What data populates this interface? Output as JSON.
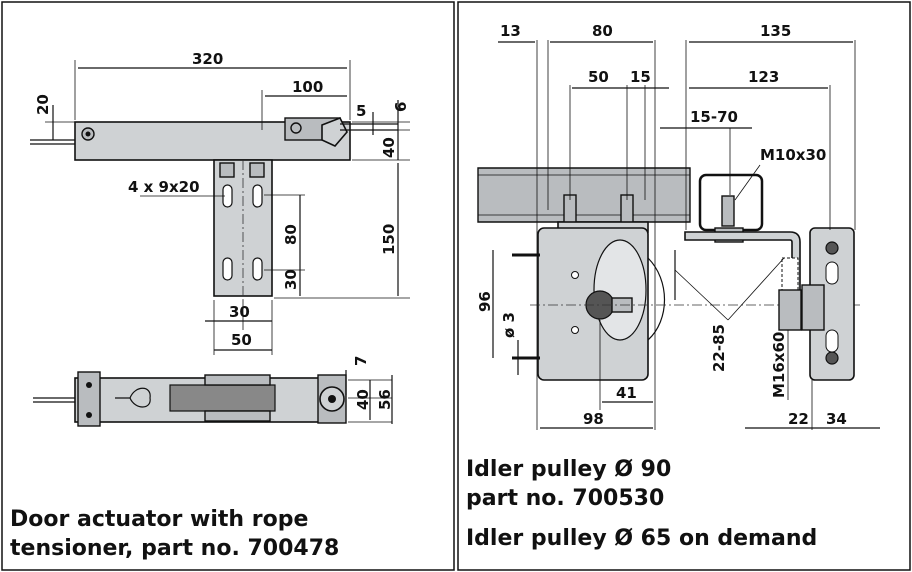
{
  "left_panel": {
    "caption_line1": "Door actuator with rope",
    "caption_line2": "tensioner, part no. 700478",
    "dims": {
      "d320": "320",
      "d100": "100",
      "d20": "20",
      "d5": "5",
      "d6": "6",
      "d40a": "40",
      "d150": "150",
      "d4x9x20": "4 x 9x20",
      "d80": "80",
      "d30v": "30",
      "d30h": "30",
      "d50": "50",
      "d7": "7",
      "d40b": "40",
      "d56": "56"
    }
  },
  "right_panel": {
    "caption_line1": "Idler pulley Ø 90",
    "caption_line2": "part no. 700530",
    "caption_line3": "Idler pulley Ø 65 on demand",
    "dims": {
      "d13": "13",
      "d80": "80",
      "d135": "135",
      "d50": "50",
      "d15": "15",
      "d123": "123",
      "d15_70": "15-70",
      "m10x30": "M10x30",
      "d96": "96",
      "d3": "ø 3",
      "d22_85": "22-85",
      "m16x60": "M16x60",
      "d41": "41",
      "d98": "98",
      "d22": "22",
      "d34": "34"
    }
  }
}
